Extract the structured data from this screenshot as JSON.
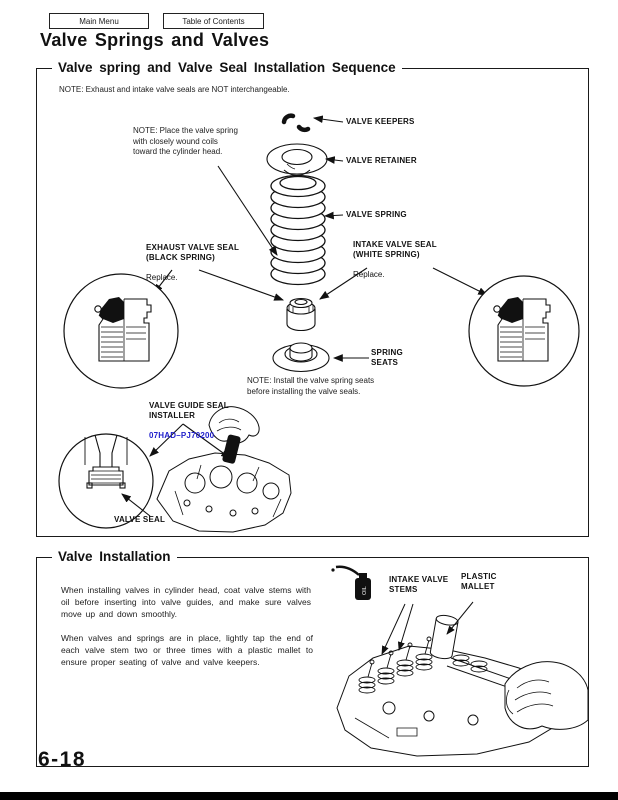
{
  "toolbar": {
    "main_menu_label": "Main Menu",
    "toc_label": "Table of Contents"
  },
  "page": {
    "title": "Valve Springs and Valves",
    "number": "6-18"
  },
  "section1": {
    "title": "Valve spring and Valve Seal Installation Sequence",
    "note_interchangeable": "NOTE: Exhaust and intake valve seals are NOT interchangeable.",
    "note_spring": "NOTE: Place the valve spring\nwith closely wound coils\ntoward the cylinder head.",
    "note_seats": "NOTE: Install the valve spring seats\nbefore installing the valve seals.",
    "labels": {
      "valve_keepers": "VALVE KEEPERS",
      "valve_retainer": "VALVE  RETAINER",
      "valve_spring": "VALVE  SPRING",
      "exhaust_seal": "EXHAUST VALVE SEAL\n(BLACK  SPRING)",
      "exhaust_seal_action": "Replace.",
      "intake_seal": "INTAKE VALVE SEAL\n(WHITE SPRING)",
      "intake_seal_action": "Replace.",
      "spring_seats": "SPRING\nSEATS",
      "installer": "VALVE GUIDE SEAL\nINSTALLER",
      "installer_part_number": "07HAD–PJ70200",
      "valve_seal": "VALVE SEAL"
    }
  },
  "section2": {
    "title": "Valve Installation",
    "para1": "When installing valves in cylinder head, coat valve stems with oil before inserting into valve guides, and make sure valves move up and down smoothly.",
    "para2": "When valves and springs are in place, lightly tap the end of each valve stem two or three times with a plastic mallet to ensure proper seating of valve and valve keepers.",
    "labels": {
      "intake_valve_stems": "INTAKE VALVE\nSTEMS",
      "plastic_mallet": "PLASTIC\nMALLET",
      "oil": "OIL"
    }
  },
  "colors": {
    "part_link_blue": "#2222cc"
  }
}
